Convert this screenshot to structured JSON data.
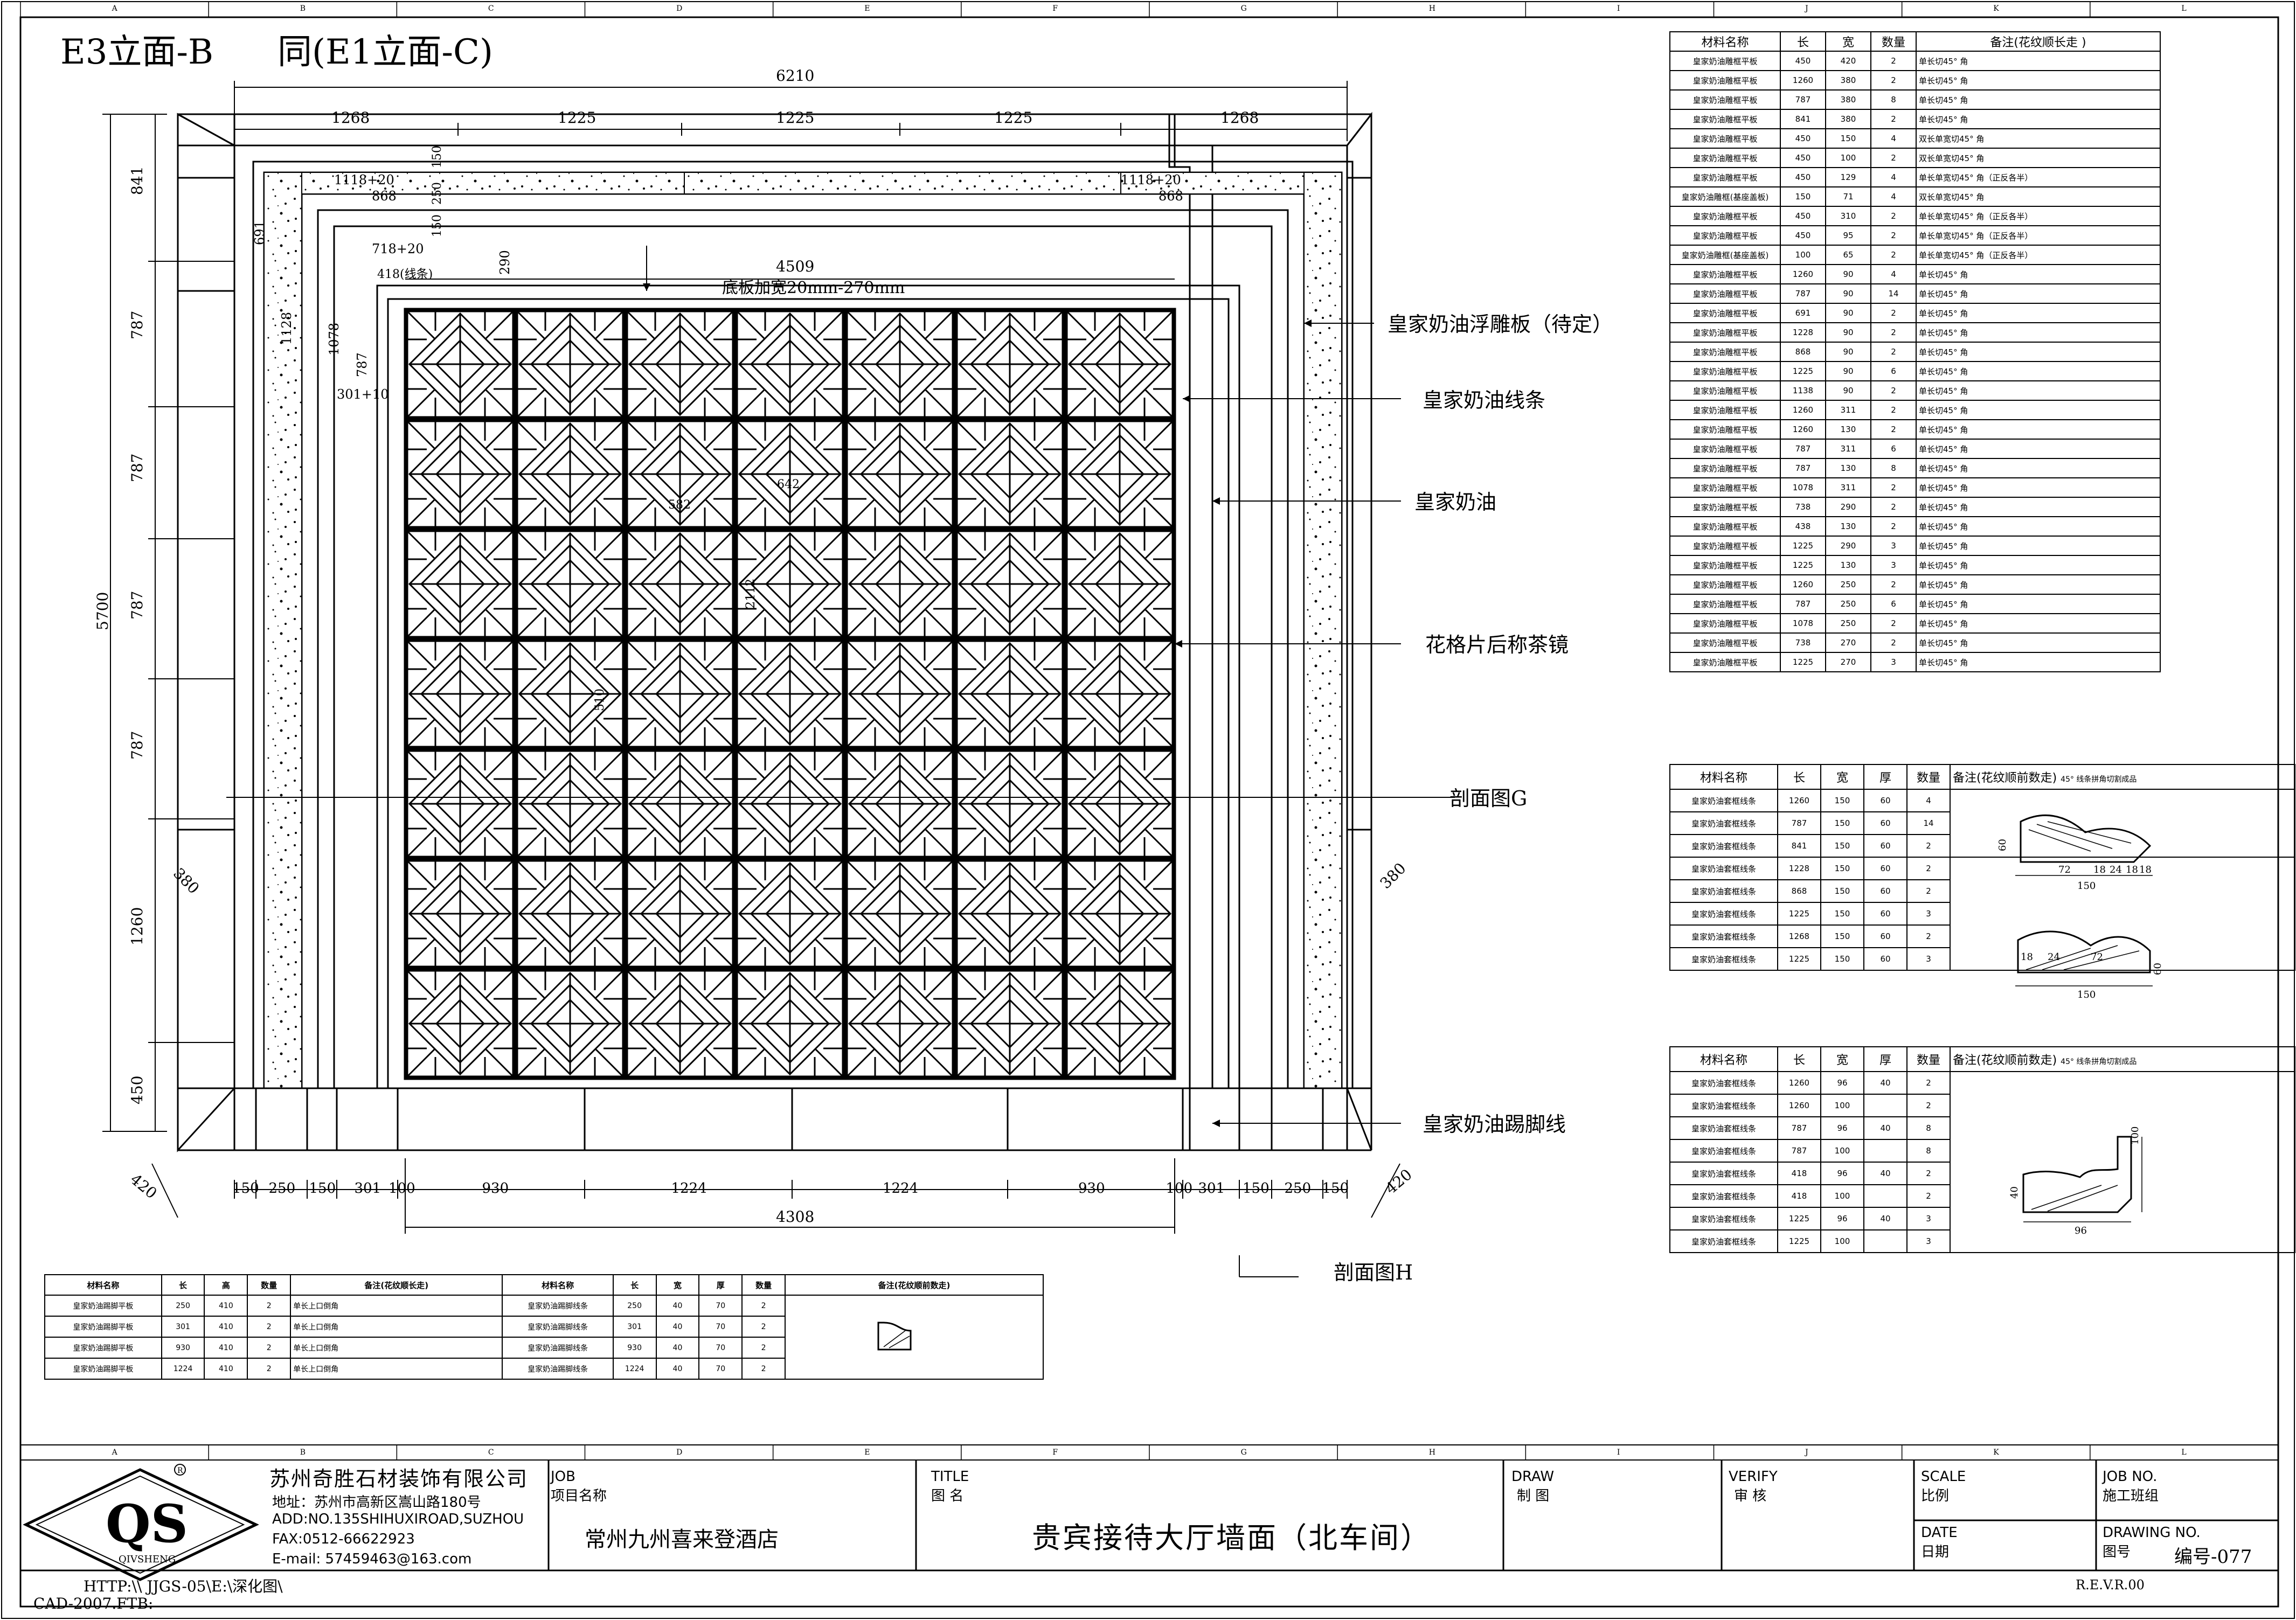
{
  "drawing": {
    "title_left": "E3立面-B",
    "title_right": "同(E1立面-C)",
    "overall_width": "6210",
    "top_segments": [
      "1268",
      "1225",
      "1225",
      "1225",
      "1268"
    ],
    "overall_height": "5700",
    "left_segments": [
      "841",
      "787",
      "787",
      "787",
      "787",
      "1260",
      "450"
    ],
    "bottom_segments": [
      "150",
      "250",
      "150",
      "301",
      "100",
      "930",
      "1224",
      "1224",
      "930",
      "100",
      "301",
      "150",
      "250",
      "150"
    ],
    "bottom_total": "4308",
    "corner_dim": "420",
    "side_dim": "380",
    "inner_width": "4509",
    "inner_dims": [
      "1118+20",
      "868",
      "718+20",
      "418(线条)",
      "301+10",
      "1128",
      "1078",
      "787",
      "691",
      "290",
      "150",
      "250",
      "150"
    ],
    "grid_labels": [
      "642",
      "582",
      "2112",
      "510"
    ],
    "base_note": "底板加宽20mm-270mm",
    "callouts": [
      "皇家奶油浮雕板（待定）",
      "皇家奶油线条",
      "皇家奶油",
      "花格片后称茶镜",
      "剖面图G",
      "皇家奶油踢脚线",
      "剖面图H"
    ],
    "border_letters": [
      "A",
      "B",
      "C",
      "D",
      "E",
      "F",
      "G",
      "H",
      "I",
      "J",
      "K",
      "L"
    ]
  },
  "table1": {
    "headers": [
      "材料名称",
      "长",
      "宽",
      "数量",
      "备注(花纹顺长走 )"
    ],
    "rows": [
      [
        "皇家奶油雕框平板",
        "450",
        "420",
        "2",
        "单长切45° 角"
      ],
      [
        "皇家奶油雕框平板",
        "1260",
        "380",
        "2",
        "单长切45° 角"
      ],
      [
        "皇家奶油雕框平板",
        "787",
        "380",
        "8",
        "单长切45° 角"
      ],
      [
        "皇家奶油雕框平板",
        "841",
        "380",
        "2",
        "单长切45° 角"
      ],
      [
        "皇家奶油雕框平板",
        "450",
        "150",
        "4",
        "双长单宽切45° 角"
      ],
      [
        "皇家奶油雕框平板",
        "450",
        "100",
        "2",
        "双长单宽切45° 角"
      ],
      [
        "皇家奶油雕框平板",
        "450",
        "129",
        "4",
        "单长单宽切45° 角（正反各半）"
      ],
      [
        "皇家奶油雕框(基座盖板)",
        "150",
        "71",
        "4",
        "双长单宽切45° 角"
      ],
      [
        "皇家奶油雕框平板",
        "450",
        "310",
        "2",
        "单长单宽切45° 角（正反各半）"
      ],
      [
        "皇家奶油雕框平板",
        "450",
        "95",
        "2",
        "单长单宽切45° 角（正反各半）"
      ],
      [
        "皇家奶油雕框(基座盖板)",
        "100",
        "65",
        "2",
        "单长单宽切45° 角（正反各半）"
      ],
      [
        "皇家奶油雕框平板",
        "1260",
        "90",
        "4",
        "单长切45° 角"
      ],
      [
        "皇家奶油雕框平板",
        "787",
        "90",
        "14",
        "单长切45° 角"
      ],
      [
        "皇家奶油雕框平板",
        "691",
        "90",
        "2",
        "单长切45° 角"
      ],
      [
        "皇家奶油雕框平板",
        "1228",
        "90",
        "2",
        "单长切45° 角"
      ],
      [
        "皇家奶油雕框平板",
        "868",
        "90",
        "2",
        "单长切45° 角"
      ],
      [
        "皇家奶油雕框平板",
        "1225",
        "90",
        "6",
        "单长切45° 角"
      ],
      [
        "皇家奶油雕框平板",
        "1138",
        "90",
        "2",
        "单长切45° 角"
      ],
      [
        "皇家奶油雕框平板",
        "1260",
        "311",
        "2",
        "单长切45° 角"
      ],
      [
        "皇家奶油雕框平板",
        "1260",
        "130",
        "2",
        "单长切45° 角"
      ],
      [
        "皇家奶油雕框平板",
        "787",
        "311",
        "6",
        "单长切45° 角"
      ],
      [
        "皇家奶油雕框平板",
        "787",
        "130",
        "8",
        "单长切45° 角"
      ],
      [
        "皇家奶油雕框平板",
        "1078",
        "311",
        "2",
        "单长切45° 角"
      ],
      [
        "皇家奶油雕框平板",
        "738",
        "290",
        "2",
        "单长切45° 角"
      ],
      [
        "皇家奶油雕框平板",
        "438",
        "130",
        "2",
        "单长切45° 角"
      ],
      [
        "皇家奶油雕框平板",
        "1225",
        "290",
        "3",
        "单长切45° 角"
      ],
      [
        "皇家奶油雕框平板",
        "1225",
        "130",
        "3",
        "单长切45° 角"
      ],
      [
        "皇家奶油雕框平板",
        "1260",
        "250",
        "2",
        "单长切45° 角"
      ],
      [
        "皇家奶油雕框平板",
        "787",
        "250",
        "6",
        "单长切45° 角"
      ],
      [
        "皇家奶油雕框平板",
        "1078",
        "250",
        "2",
        "单长切45° 角"
      ],
      [
        "皇家奶油雕框平板",
        "738",
        "270",
        "2",
        "单长切45° 角"
      ],
      [
        "皇家奶油雕框平板",
        "1225",
        "270",
        "3",
        "单长切45° 角"
      ]
    ]
  },
  "table2": {
    "headers": [
      "材料名称",
      "长",
      "宽",
      "厚",
      "数量",
      "备注(花纹顺前数走)"
    ],
    "note": "45° 线条拼角切割成品",
    "rows": [
      [
        "皇家奶油套框线条",
        "1260",
        "150",
        "60",
        "4"
      ],
      [
        "皇家奶油套框线条",
        "787",
        "150",
        "60",
        "14"
      ],
      [
        "皇家奶油套框线条",
        "841",
        "150",
        "60",
        "2"
      ],
      [
        "皇家奶油套框线条",
        "1228",
        "150",
        "60",
        "2"
      ],
      [
        "皇家奶油套框线条",
        "868",
        "150",
        "60",
        "2"
      ],
      [
        "皇家奶油套框线条",
        "1225",
        "150",
        "60",
        "3"
      ],
      [
        "皇家奶油套框线条",
        "1268",
        "150",
        "60",
        "2"
      ],
      [
        "皇家奶油套框线条",
        "1225",
        "150",
        "60",
        "3"
      ]
    ],
    "profile_labels": [
      "60",
      "72",
      "18",
      "24",
      "18",
      "18",
      "150"
    ]
  },
  "table3": {
    "headers": [
      "材料名称",
      "长",
      "宽",
      "厚",
      "数量",
      "备注(花纹顺前数走)"
    ],
    "note": "45° 线条拼角切割成品",
    "rows": [
      [
        "皇家奶油套框线条",
        "1260",
        "96",
        "40",
        "2"
      ],
      [
        "皇家奶油套框线条",
        "1260",
        "100",
        "",
        "2"
      ],
      [
        "皇家奶油套框线条",
        "787",
        "96",
        "40",
        "8"
      ],
      [
        "皇家奶油套框线条",
        "787",
        "100",
        "",
        "8"
      ],
      [
        "皇家奶油套框线条",
        "418",
        "96",
        "40",
        "2"
      ],
      [
        "皇家奶油套框线条",
        "418",
        "100",
        "",
        "2"
      ],
      [
        "皇家奶油套框线条",
        "1225",
        "96",
        "40",
        "3"
      ],
      [
        "皇家奶油套框线条",
        "1225",
        "100",
        "",
        "3"
      ]
    ],
    "profile_labels": [
      "100",
      "40",
      "96"
    ]
  },
  "table4": {
    "left_headers": [
      "材料名称",
      "长",
      "高",
      "数量",
      "备注(花纹顺长走)"
    ],
    "left_rows": [
      [
        "皇家奶油踢脚平板",
        "250",
        "410",
        "2",
        "单长上口倒角"
      ],
      [
        "皇家奶油踢脚平板",
        "301",
        "410",
        "2",
        "单长上口倒角"
      ],
      [
        "皇家奶油踢脚平板",
        "930",
        "410",
        "2",
        "单长上口倒角"
      ],
      [
        "皇家奶油踢脚平板",
        "1224",
        "410",
        "2",
        "单长上口倒角"
      ]
    ],
    "right_headers": [
      "材料名称",
      "长",
      "宽",
      "厚",
      "数量",
      "备注(花纹顺前数走)"
    ],
    "right_rows": [
      [
        "皇家奶油踢脚线条",
        "250",
        "40",
        "70",
        "2"
      ],
      [
        "皇家奶油踢脚线条",
        "301",
        "40",
        "70",
        "2"
      ],
      [
        "皇家奶油踢脚线条",
        "930",
        "40",
        "70",
        "2"
      ],
      [
        "皇家奶油踢脚线条",
        "1224",
        "40",
        "70",
        "2"
      ]
    ]
  },
  "title_block": {
    "company": "苏州奇胜石材装饰有限公司",
    "address": "地址：苏州市高新区嵩山路180号",
    "address_en": "ADD:NO.135SHIHUXIROAD,SUZHOU",
    "fax": "FAX:0512-66622923",
    "email": "E-mail: 57459463@163.com",
    "logo_text": "QS",
    "logo_sub": "QIVSHENG",
    "job_label_en": "JOB",
    "job_label_cn": "项目名称",
    "job_value": "常州九州喜来登酒店",
    "title_label_en": "TITLE",
    "title_label_cn": "图 名",
    "title_value": "贵宾接待大厅墙面（北车间）",
    "draw_en": "DRAW",
    "draw_cn": "制 图",
    "verify_en": "VERIFY",
    "verify_cn": "审 核",
    "scale_en": "SCALE",
    "scale_cn": "比例",
    "date_en": "DATE",
    "date_cn": "日期",
    "jobno_en": "JOB NO.",
    "jobno_cn": "施工班组",
    "drawno_en": "DRAWING NO.",
    "drawno_cn": "图号",
    "drawno_value": "编号-077",
    "path": "HTTP:\\\\ JJGS-05\\E:\\深化图\\",
    "cad": "CAD-2007.FTB:",
    "rev": "R.E.V.R.00"
  }
}
